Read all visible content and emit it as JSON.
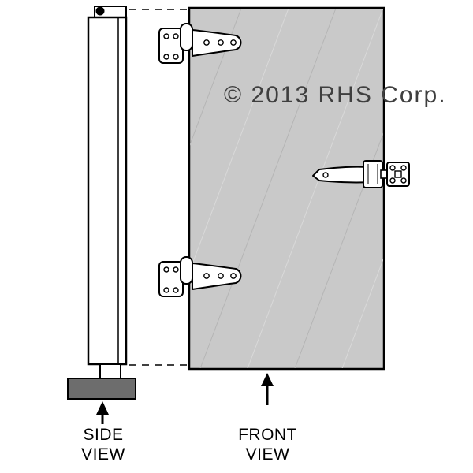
{
  "diagram": {
    "watermark": "© 2013 RHS Corp.",
    "labels": {
      "side_view_line1": "SIDE",
      "side_view_line2": "VIEW",
      "front_view_line1": "FRONT",
      "front_view_line2": "VIEW"
    },
    "colors": {
      "door_fill": "#c9c9c9",
      "door_streak_dark": "#b5b5b5",
      "door_streak_light": "#d9d9d9",
      "base_fill": "#6d6d6d",
      "outline": "#000000",
      "watermark_text": "#3f3f3f",
      "hardware_fill": "#ffffff"
    }
  }
}
